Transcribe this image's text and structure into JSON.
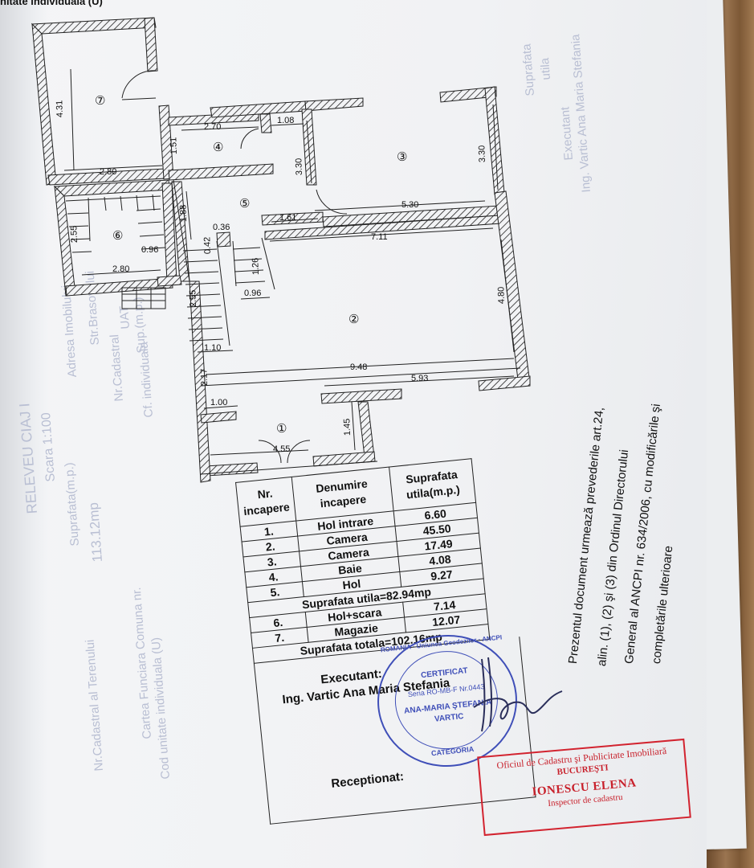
{
  "header": {
    "top_text": "nitate individuala (U)"
  },
  "ghost_text": {
    "g1": "RELEVEU  CIAJ I",
    "g2": "Scara 1:100",
    "g3": "Suprafata(m.p.)",
    "g4": "113.12mp",
    "g5": "Nr.Cadastral al Terenului",
    "g6": "Cartea Funciara Comuna nr.",
    "g7": "Cod unitate individuala (U)",
    "g8": "Adresa Imobilului",
    "g9": "Str.Brasovului",
    "g10": "Nr.Cadastral",
    "g11": "Sup.(m.p.)",
    "g12": "UAT",
    "g13": "Cf. individuala",
    "g14": "Suprafata",
    "g15": "utila",
    "g16": "Executant",
    "g17": "Ing. Vartic Ana Maria Stefania"
  },
  "plan": {
    "rooms": [
      "①",
      "②",
      "③",
      "④",
      "⑤",
      "⑥",
      "⑦"
    ],
    "dims": {
      "d431": "4.31",
      "d280a": "2.80",
      "d270": "2.70",
      "d108": "1.08",
      "d151": "1.51",
      "d330a": "3.30",
      "d330b": "3.30",
      "d530": "5.30",
      "d161": "1.61",
      "d036": "0.36",
      "d188": "1.88",
      "d255a": "2.55",
      "d096a": "0.96",
      "d280b": "2.80",
      "d042": "0.42",
      "d126": "1.26",
      "d711": "7.11",
      "d480": "4.80",
      "d096b": "0.96",
      "d255b": "2.55",
      "d110": "1.10",
      "d948": "9.48",
      "d593": "5.93",
      "d217": "2.17",
      "d100": "1.00",
      "d145": "1.45",
      "d455": "4.55"
    }
  },
  "table": {
    "headers": [
      "Nr. incapere",
      "Denumire incapere",
      "Suprafata utila(m.p.)"
    ],
    "rows": [
      [
        "1.",
        "Hol intrare",
        "6.60"
      ],
      [
        "2.",
        "Camera",
        "45.50"
      ],
      [
        "3.",
        "Camera",
        "17.49"
      ],
      [
        "4.",
        "Baie",
        "4.08"
      ],
      [
        "5.",
        "Hol",
        "9.27"
      ]
    ],
    "subtotal": "Suprafata utila=82.94mp",
    "rows2": [
      [
        "6.",
        "Hol+scara",
        "7.14"
      ],
      [
        "7.",
        "Magazie",
        "12.07"
      ]
    ],
    "total": "Suprafata totala=102.16mp",
    "executant_label": "Executant:",
    "engineer": "Ing. Vartic Ana Maria Stefania",
    "receptionat_label": "Receptionat:"
  },
  "side_note": {
    "line1": "Prezentul document urmează prevederile art.24,",
    "line2": "alin. (1), (2) şi (3) din Ordinul Directorului",
    "line3": "General al ANCPI nr. 634/2006, cu modificările şi",
    "line4": "completările ulterioare"
  },
  "stamp_blue": {
    "arc_text": "ROMANIA · Uniunea Geodezilor · ANCPI",
    "certificat": "CERTIFICAT",
    "serie": "Seria RO-MB-F Nr.0443",
    "name1": "ANA-MARIA ŞTEFANIA",
    "name2": "VARTIC",
    "categoria": "CATEGORIA"
  },
  "stamp_red": {
    "line1": "Oficiul de Cadastru şi Publicitate Imobiliară",
    "line2": "BUCUREŞTI",
    "name": "IONESCU ELENA",
    "role": "Inspector de cadastru"
  },
  "colors": {
    "stamp_blue": "#3f4fb8",
    "stamp_red": "#d2232f",
    "ink": "#111111"
  }
}
